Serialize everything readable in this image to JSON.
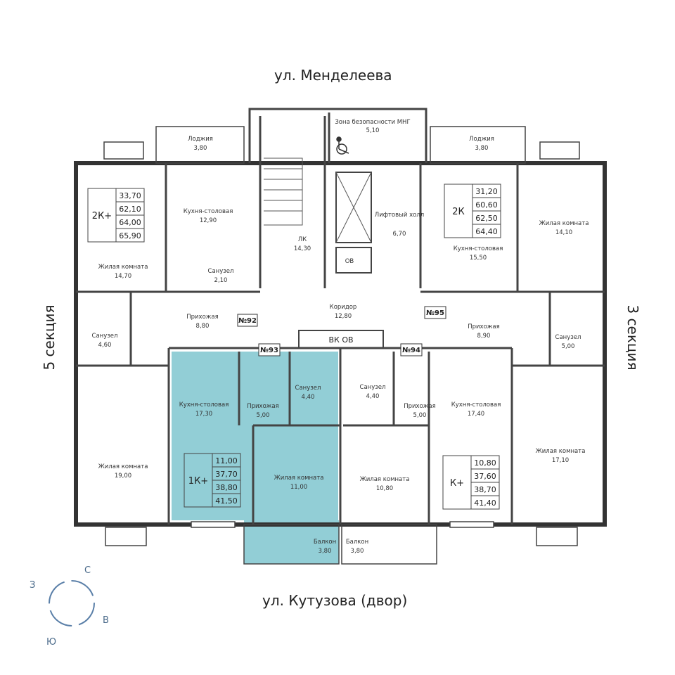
{
  "streets": {
    "top": "ул. Менделеева",
    "bottom": "ул. Кутузова (двор)"
  },
  "sections": {
    "left": "5 секция",
    "right": "3 секция"
  },
  "rooms": {
    "loggia_left": {
      "name": "Лоджия",
      "area": "3,80"
    },
    "loggia_right": {
      "name": "Лоджия",
      "area": "3,80"
    },
    "safety_zone": {
      "name": "Зона безопасности МНГ",
      "area": "5,10"
    },
    "kitchen_nw": {
      "name": "Кухня-столовая",
      "area": "12,90"
    },
    "living_nw": {
      "name": "Жилая комната",
      "area": "14,70"
    },
    "bath_nw": {
      "name": "Санузел",
      "area": "2,10"
    },
    "stair": {
      "name": "ЛК",
      "area": "14,30"
    },
    "lift_hall": {
      "name": "Лифтовый холл",
      "area": "6,70"
    },
    "ov_top": {
      "name": "ОВ"
    },
    "kitchen_ne": {
      "name": "Кухня-столовая",
      "area": "15,50"
    },
    "living_ne": {
      "name": "Жилая комната",
      "area": "14,10"
    },
    "hall_w": {
      "name": "Прихожая",
      "area": "8,80"
    },
    "bath_w": {
      "name": "Санузел",
      "area": "4,60"
    },
    "corridor": {
      "name": "Коридор",
      "area": "12,80"
    },
    "vk_ov": {
      "name": "ВК  ОВ"
    },
    "hall_e": {
      "name": "Прихожая",
      "area": "8,90"
    },
    "bath_e": {
      "name": "Санузел",
      "area": "5,00"
    },
    "kitchen_93": {
      "name": "Кухня-столовая",
      "area": "17,30"
    },
    "hall_93": {
      "name": "Прихожая",
      "area": "5,00"
    },
    "bath_93": {
      "name": "Санузел",
      "area": "4,40"
    },
    "living_93": {
      "name": "Жилая комната",
      "area": "11,00"
    },
    "balcony_93": {
      "name": "Балкон",
      "area": "3,80"
    },
    "bath_94": {
      "name": "Санузел",
      "area": "4,40"
    },
    "hall_94": {
      "name": "Прихожая",
      "area": "5,00"
    },
    "kitchen_94": {
      "name": "Кухня-столовая",
      "area": "17,40"
    },
    "living_94": {
      "name": "Жилая комната",
      "area": "10,80"
    },
    "balcony_94": {
      "name": "Балкон",
      "area": "3,80"
    },
    "living_sw": {
      "name": "Жилая комната",
      "area": "19,00"
    },
    "living_se": {
      "name": "Жилая комната",
      "area": "17,10"
    }
  },
  "apartments": {
    "nw": {
      "type": "2К+",
      "areas": [
        "33,70",
        "62,10",
        "64,00",
        "65,90"
      ]
    },
    "ne": {
      "type": "2К",
      "areas": [
        "31,20",
        "60,60",
        "62,50",
        "64,40"
      ]
    },
    "a93": {
      "type": "1К+",
      "areas": [
        "11,00",
        "37,70",
        "38,80",
        "41,50"
      ]
    },
    "a94": {
      "type": "К+",
      "areas": [
        "10,80",
        "37,60",
        "38,70",
        "41,40"
      ]
    }
  },
  "tags": {
    "n92": "№92",
    "n93": "№93",
    "n94": "№94",
    "n95": "№95"
  },
  "compass": {
    "n": "С",
    "e": "В",
    "s": "Ю",
    "w": "З"
  },
  "colors": {
    "highlight": "#7fc6cf",
    "wall": "#333333"
  }
}
